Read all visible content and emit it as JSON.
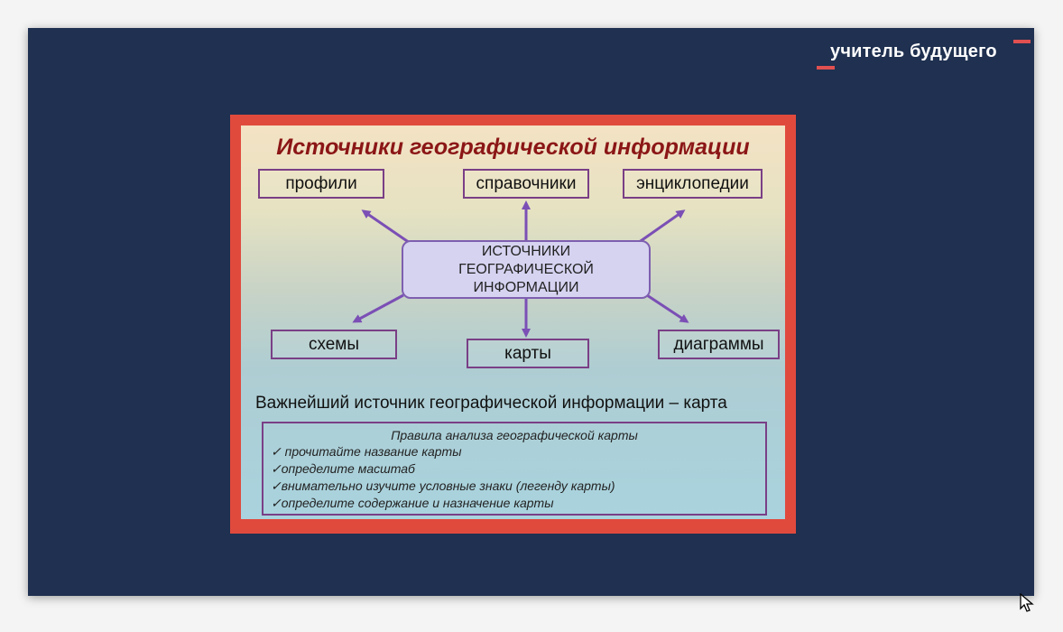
{
  "logo": {
    "text": "учитель будущего",
    "accent_color": "#e05050"
  },
  "slide": {
    "title": "Источники географической информации",
    "center": {
      "lines": [
        "ИСТОЧНИКИ",
        "ГЕОГРАФИЧЕСКОЙ",
        "ИНФОРМАЦИИ"
      ]
    },
    "nodes": {
      "profiles": "профили",
      "handbooks": "справочники",
      "encyclopedias": "энциклопедии",
      "schemes": "схемы",
      "maps": "карты",
      "diagrams": "диаграммы"
    },
    "statement": "Важнейший источник географической  информации  – карта",
    "rules": {
      "title": "Правила анализа географической карты",
      "items": [
        "✓ прочитайте название карты",
        "✓определите масштаб",
        "✓внимательно изучите условные знаки (легенду карты)",
        "✓определите содержание и назначение карты"
      ]
    }
  },
  "colors": {
    "frame": "#1f3050",
    "slide_border": "#e04a3d",
    "title": "#8b1616",
    "arrow": "#7b4fb5"
  }
}
